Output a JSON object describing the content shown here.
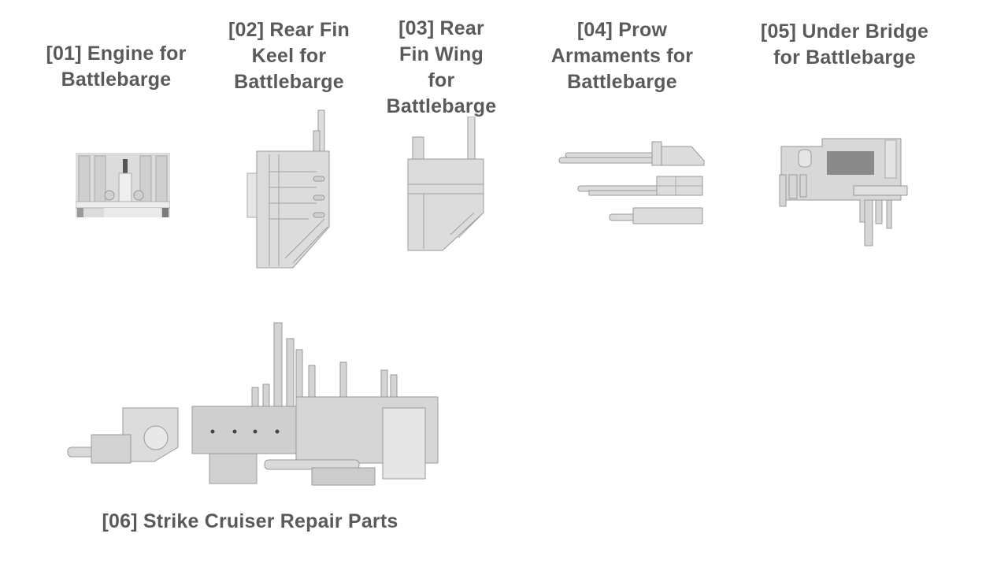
{
  "parts": [
    {
      "id": "01",
      "label": "[01] Engine for\nBattlebarge"
    },
    {
      "id": "02",
      "label": "[02] Rear Fin\nKeel for\nBattlebarge"
    },
    {
      "id": "03",
      "label": "[03] Rear\nFin Wing\nfor\nBattlebarge"
    },
    {
      "id": "04",
      "label": "[04] Prow\nArmaments for\nBattlebarge"
    },
    {
      "id": "05",
      "label": "[05] Under Bridge\nfor Battlebarge"
    },
    {
      "id": "06",
      "label": "[06] Strike Cruiser Repair Parts"
    }
  ],
  "colors": {
    "text": "#5a5a5a",
    "part_light": "#e4e4e4",
    "part_mid": "#c8c8c8",
    "part_dark": "#8a8a8a"
  }
}
